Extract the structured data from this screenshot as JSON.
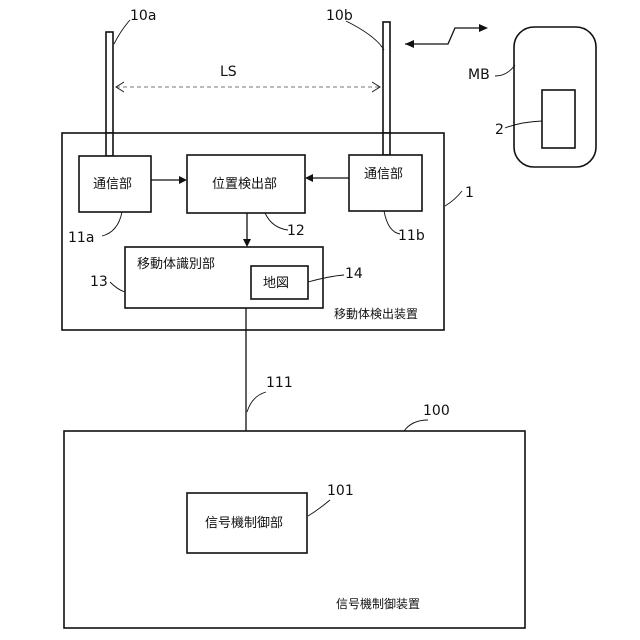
{
  "antennas": {
    "left_ref": "10a",
    "right_ref": "10b",
    "spacing_label": "LS"
  },
  "mobile": {
    "label": "MB",
    "inner_ref": "2"
  },
  "detector": {
    "ref": "1",
    "caption": "移動体検出装置",
    "comm_left": {
      "label": "通信部",
      "ref": "11a"
    },
    "comm_right": {
      "label": "通信部",
      "ref": "11b"
    },
    "position": {
      "label": "位置検出部",
      "ref": "12"
    },
    "identify": {
      "label": "移動体識別部",
      "ref": "13"
    },
    "map": {
      "label": "地図",
      "ref": "14"
    }
  },
  "link": {
    "ref": "111"
  },
  "controller": {
    "ref": "100",
    "caption": "信号機制御装置",
    "unit": {
      "label": "信号機制御部",
      "ref": "101"
    }
  }
}
